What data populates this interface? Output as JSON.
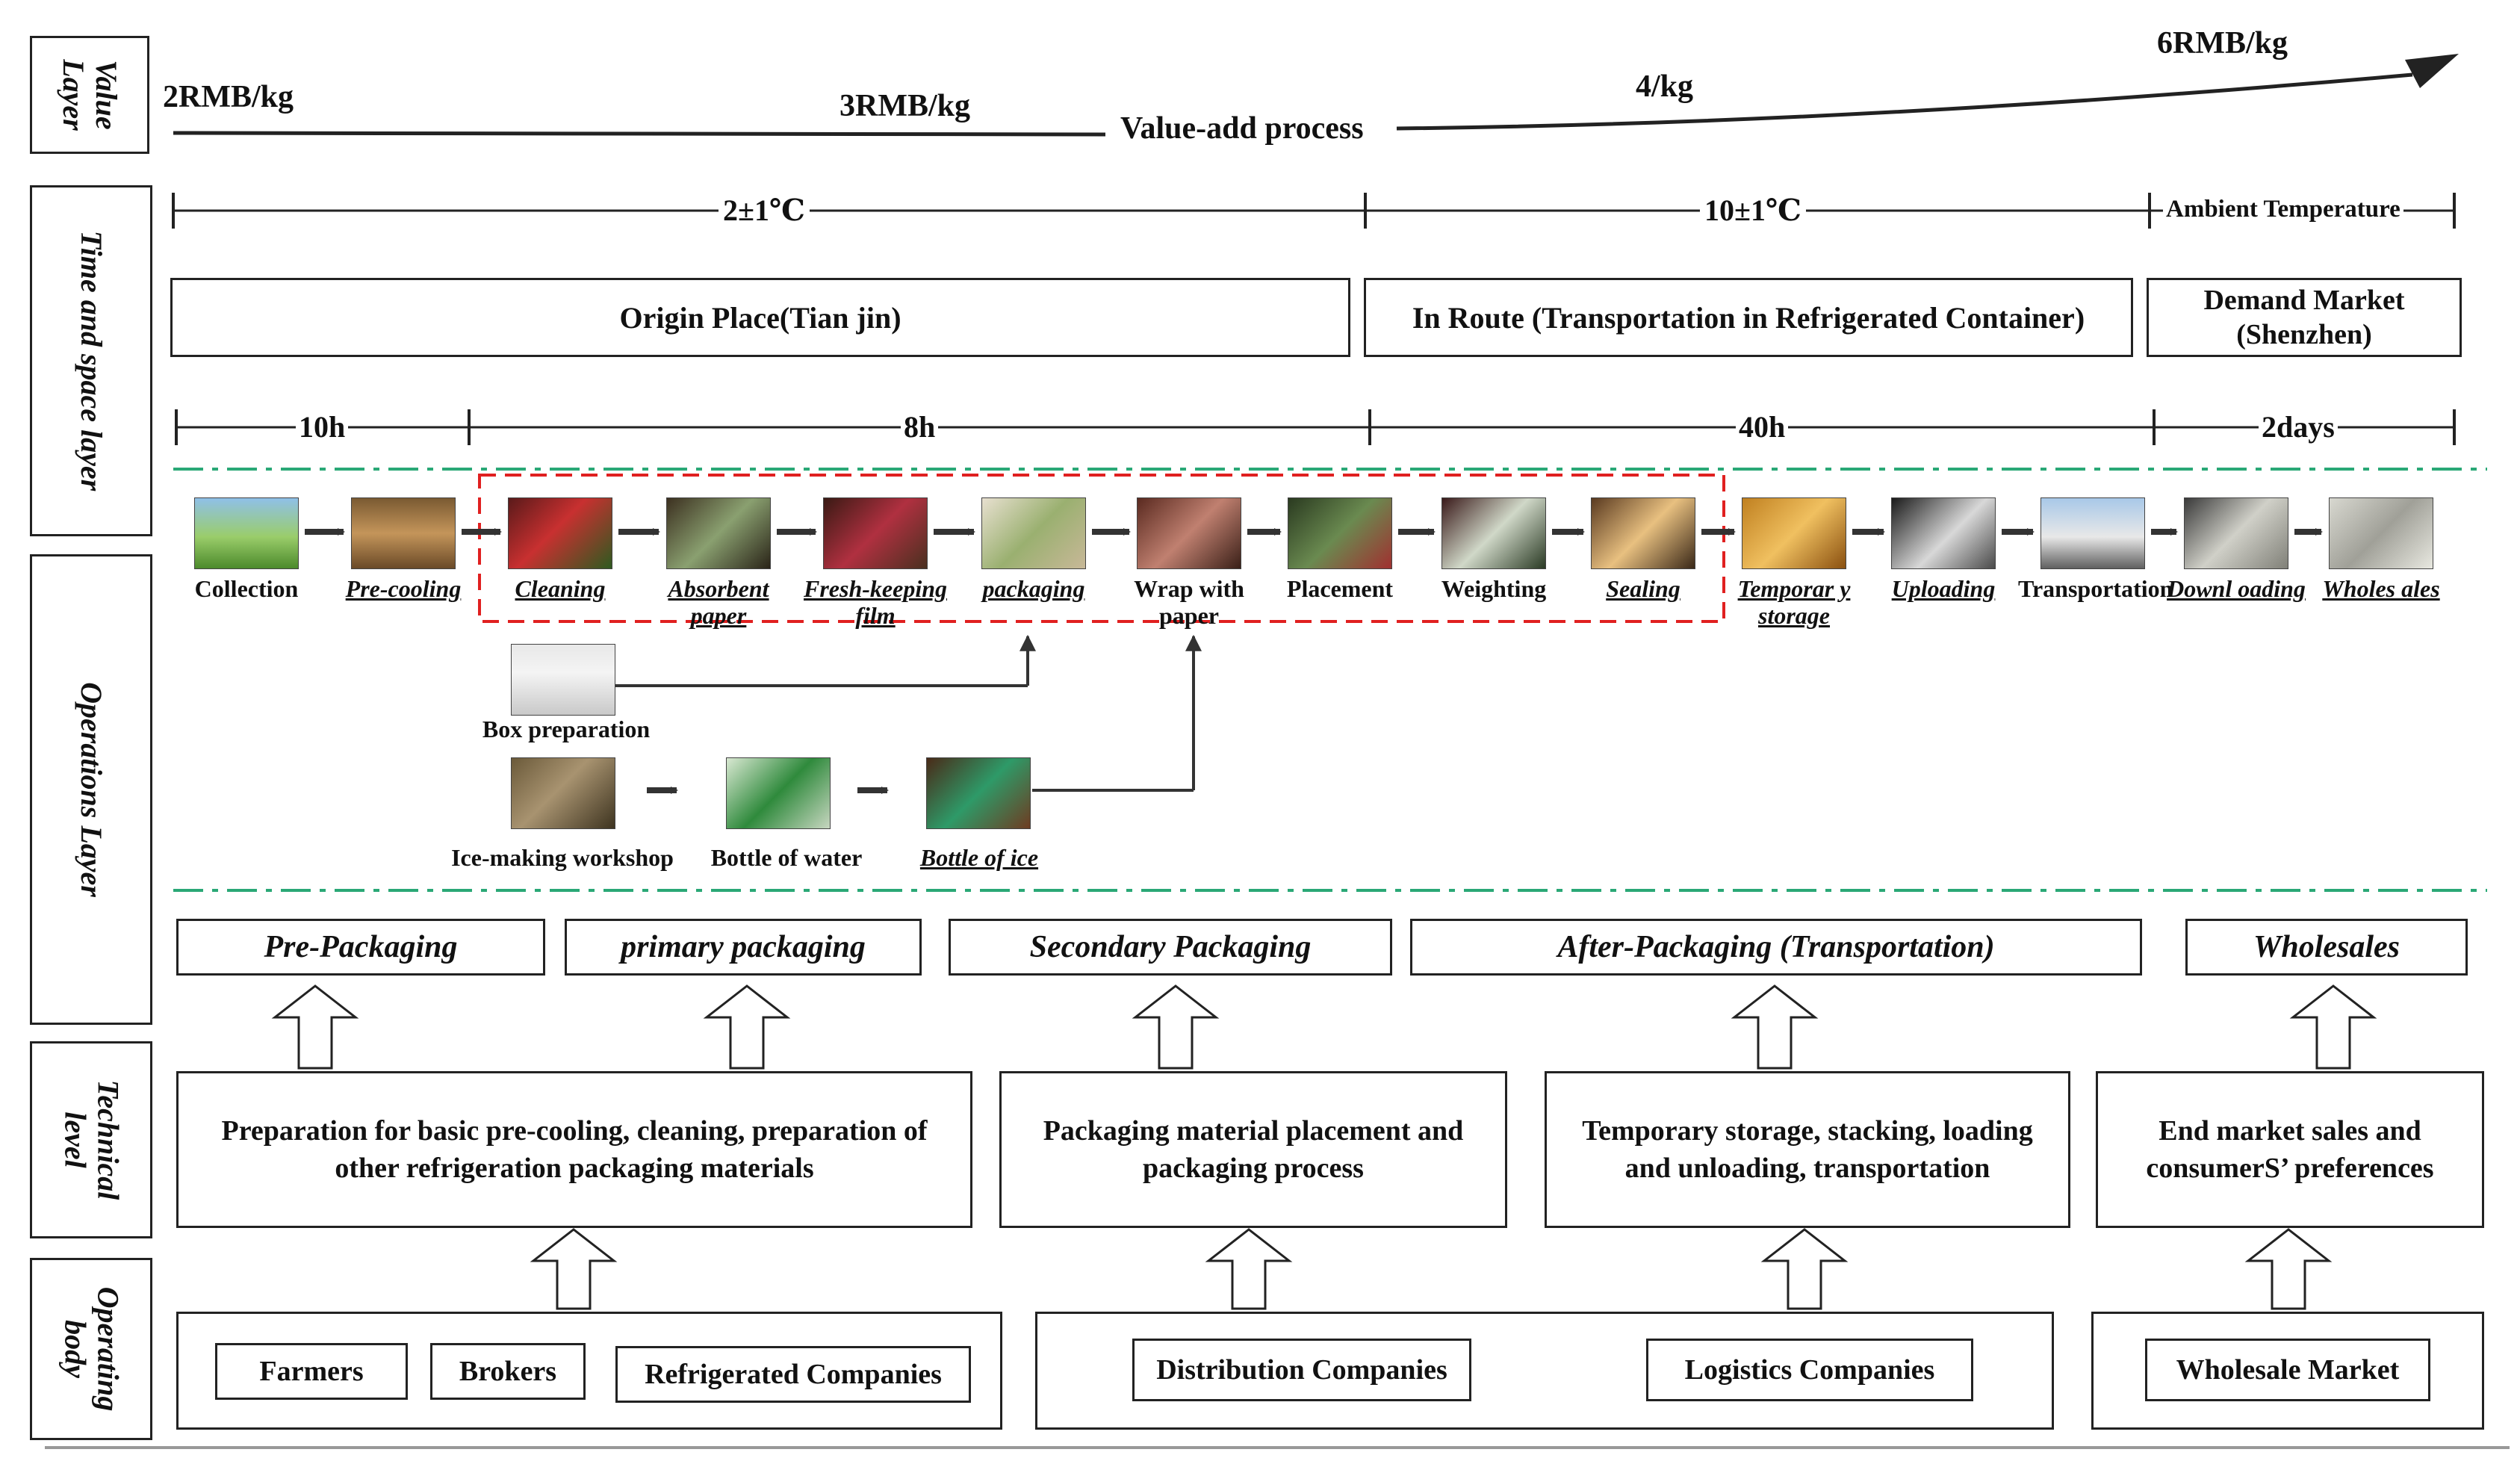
{
  "layers": {
    "value": "Value Layer",
    "time_space": "Time and space layer",
    "operations": "Operations Layer",
    "technical": "Technical level",
    "operating_body": "Operating body"
  },
  "value_layer": {
    "price_start": "2RMB/kg",
    "price_mid": "3RMB/kg",
    "process": "Value-add process",
    "price_route": "4/kg",
    "price_end": "6RMB/kg"
  },
  "temperatures": [
    "2±1℃",
    "10±1℃",
    "Ambient Temperature"
  ],
  "places": {
    "origin": "Origin Place(Tian jin)",
    "route": "In Route (Transportation in Refrigerated Container)",
    "market_line1": "Demand Market",
    "market_line2": "(Shenzhen)"
  },
  "durations": [
    "10h",
    "8h",
    "40h",
    "2days"
  ],
  "operations": [
    {
      "label": "Collection",
      "underlined": false
    },
    {
      "label": "Pre-cooling",
      "underlined": true
    },
    {
      "label": "Cleaning",
      "underlined": true
    },
    {
      "label": "Absorbent paper",
      "underlined": true
    },
    {
      "label": "Fresh-keeping film",
      "underlined": true
    },
    {
      "label": "packaging",
      "underlined": true
    },
    {
      "label": "Wrap with paper",
      "underlined": false
    },
    {
      "label": "Placement",
      "underlined": false
    },
    {
      "label": "Weighting",
      "underlined": false
    },
    {
      "label": "Sealing",
      "underlined": true
    },
    {
      "label": "Temporar y storage",
      "underlined": true
    },
    {
      "label": "Uploading",
      "underlined": true
    },
    {
      "label": "Transportation",
      "underlined": false
    },
    {
      "label": "Downl oading",
      "underlined": true
    },
    {
      "label": "Wholes ales",
      "underlined": true
    }
  ],
  "side_operations": {
    "box_prep": "Box preparation",
    "ice_workshop": "Ice-making workshop",
    "bottle_water": "Bottle of water",
    "bottle_ice": "Bottle of ice"
  },
  "stages": [
    "Pre-Packaging",
    "primary packaging",
    "Secondary Packaging",
    "After-Packaging (Transportation)",
    "Wholesales"
  ],
  "technical": [
    "Preparation for basic pre-cooling, cleaning, preparation of other refrigeration packaging materials",
    "Packaging material placement and packaging process",
    "Temporary storage, stacking, loading and unloading, transportation",
    "End market sales and consumerS’ preferences"
  ],
  "operating_bodies": [
    "Farmers",
    "Brokers",
    "Refrigerated Companies",
    "Distribution Companies",
    "Logistics Companies",
    "Wholesale Market"
  ],
  "colors": {
    "ink": "#222222",
    "dash_green": "#2aa876",
    "dash_red": "#e02020"
  }
}
